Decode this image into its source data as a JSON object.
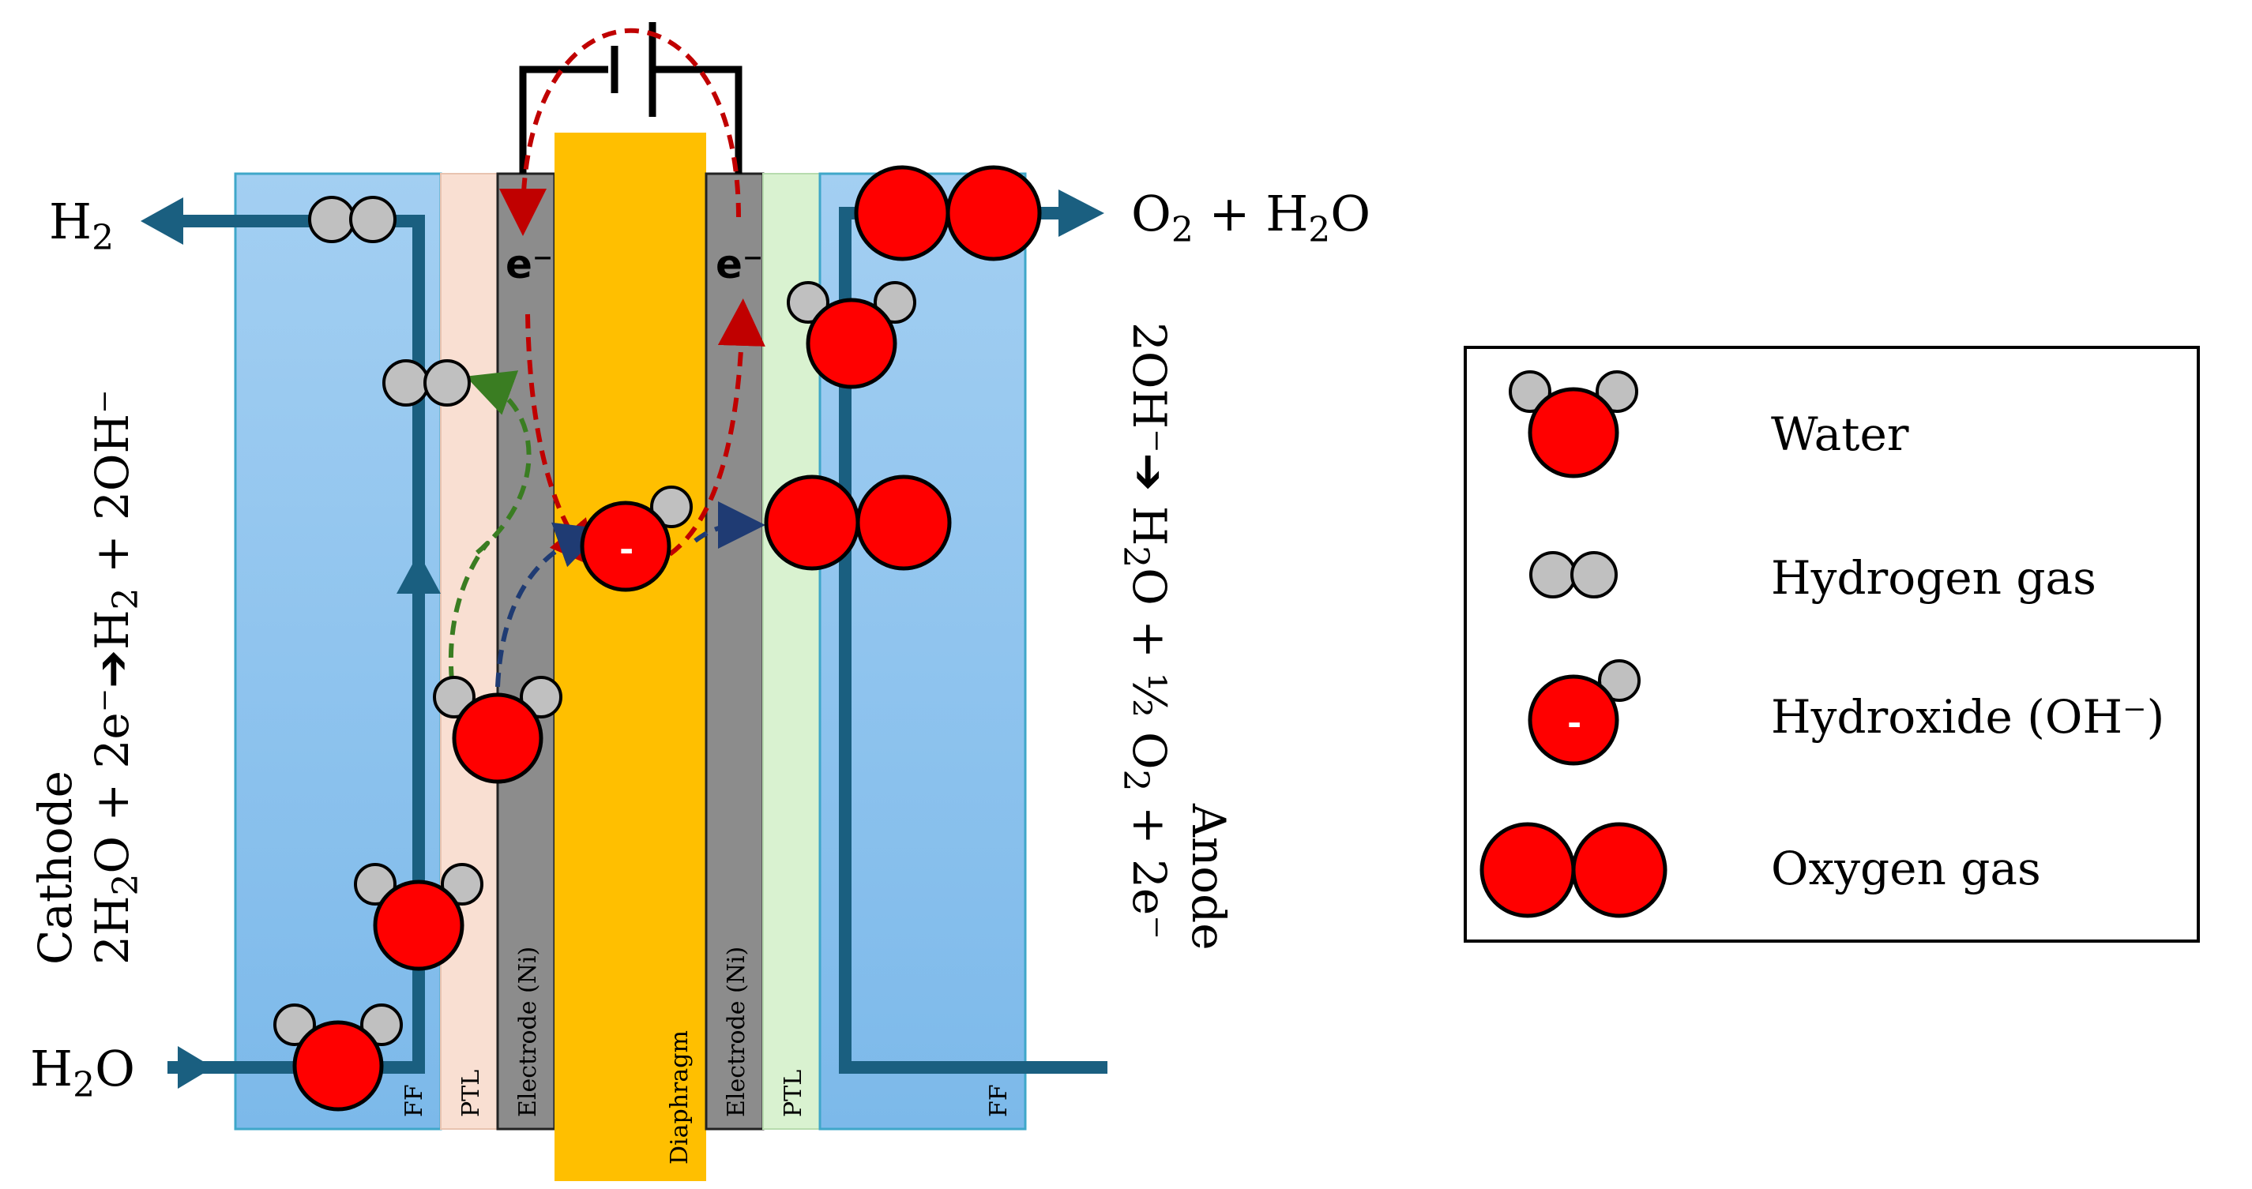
{
  "layers": {
    "ff_left": "FF",
    "ptl_left": "PTL",
    "electrode_left": "Electrode (Ni)",
    "diaphragm": "Diaphragm",
    "electrode_right": "Electrode (Ni)",
    "ptl_right": "PTL",
    "ff_right": "FF"
  },
  "streams": {
    "h2_out": {
      "main": "H",
      "sub": "2"
    },
    "h2o_in": {
      "main1": "H",
      "sub": "2",
      "main2": "O"
    },
    "o2_out": {
      "p1": "O",
      "s1": "2",
      "p2": " + H",
      "s2": "2",
      "p3": "O"
    }
  },
  "electrons": {
    "left": "e⁻",
    "right": "e⁻"
  },
  "cathode": {
    "title": "Cathode",
    "eq": {
      "p1": "2H",
      "s1": "2",
      "p2": "O + 2e⁻",
      "arrow": "➔",
      "p3": "H",
      "s2": "2",
      "p4": " + 2OH⁻"
    }
  },
  "anode": {
    "title": "Anode",
    "eq_line1": {
      "p1": "2OH⁻",
      "arrow": "➔",
      "p2": " H",
      "s1": "2",
      "p3": "O + ½ O",
      "s2": "2",
      "p4": " + 2e⁻"
    }
  },
  "ion_charge": "-",
  "legend": {
    "items": [
      {
        "label": "Water",
        "icon": "water-molecule-icon"
      },
      {
        "label": "Hydrogen gas",
        "icon": "hydrogen-molecule-icon"
      },
      {
        "label": "Hydroxide (OH⁻)",
        "icon": "hydroxide-ion-icon"
      },
      {
        "label": "Oxygen gas",
        "icon": "oxygen-molecule-icon"
      }
    ]
  },
  "colors": {
    "flow_field": "#8ec3ee",
    "ptl_cathode": "#f9dfd2",
    "electrode": "#8c8c8c",
    "diaphragm": "#ffbf00",
    "ptl_anode": "#d9f2d0",
    "flow_line": "#1a5f80",
    "oxygen_atom": "#ff0000",
    "hydrogen_atom": "#c0c0c0",
    "electron_path": "#c00000",
    "hydroxide_path": "#1f3b73",
    "hydrogen_path": "#3a7d22"
  }
}
